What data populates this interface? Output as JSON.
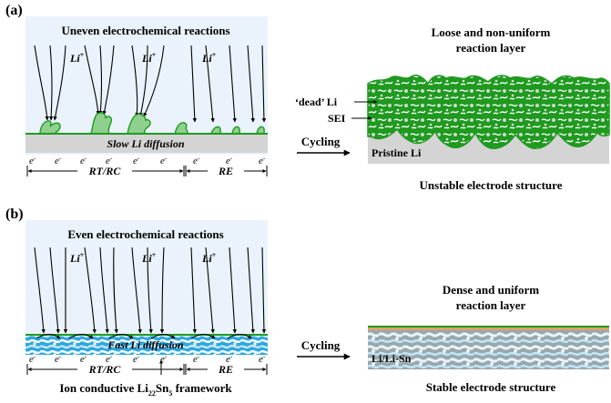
{
  "panel_a": {
    "label": "(a)",
    "title": "Uneven electrochemical reactions",
    "ion1": "Li",
    "ion2": "Li",
    "ion3": "Li",
    "ion_charge": "+",
    "diffusion": "Slow Li diffusion",
    "electron": "e",
    "electron_charge": "-",
    "region_left": "RT/RC",
    "region_right": "RE",
    "arrow_label": "Cycling",
    "result_title_1": "Loose and non-uniform",
    "result_title_2": "reaction layer",
    "dead_li": "‘dead’ Li",
    "sei": "SEI",
    "substrate": "Pristine Li",
    "caption": "Unstable electrode structure"
  },
  "panel_b": {
    "label": "(b)",
    "title": "Even electrochemical reactions",
    "ion1": "Li",
    "ion2": "Li",
    "ion3": "Li",
    "ion_charge": "+",
    "diffusion": "Fast Li diffusion",
    "electron": "e",
    "electron_charge": "-",
    "region_left": "RT/RC",
    "region_right": "RE",
    "framework_1": "Ion conductive Li",
    "framework_sub1": "22",
    "framework_2": "Sn",
    "framework_sub2": "5",
    "framework_3": " framework",
    "arrow_label": "Cycling",
    "result_title_1": "Dense and uniform",
    "result_title_2": "reaction layer",
    "substrate": "Li/Li-Sn",
    "caption": "Stable electrode structure"
  },
  "colors": {
    "panel_bg": "#eaf3fb",
    "li_metal": "#d4d4d4",
    "sei_green": "#1f9a1f",
    "dendrite_green": "#90d090",
    "framework_blue": "#2ea8df",
    "framework_light": "#bfe6f7",
    "framework_white": "#ffffff"
  }
}
